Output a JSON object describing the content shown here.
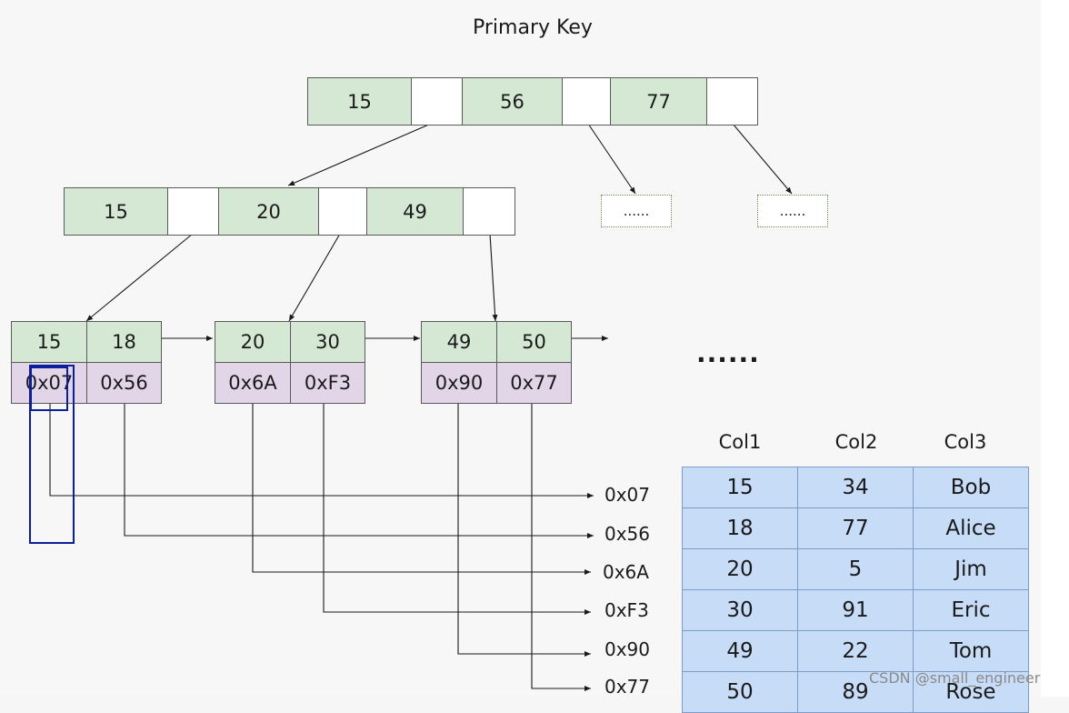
{
  "title": "Primary Key",
  "root": {
    "keys": [
      "15",
      "56",
      "77"
    ]
  },
  "internal": {
    "keys": [
      "15",
      "20",
      "49"
    ]
  },
  "placeholders": [
    "......",
    "......"
  ],
  "leaves": [
    {
      "keys": [
        "15",
        "18"
      ],
      "addrs": [
        "0x07",
        "0x56"
      ]
    },
    {
      "keys": [
        "20",
        "30"
      ],
      "addrs": [
        "0x6A",
        "0xF3"
      ]
    },
    {
      "keys": [
        "49",
        "50"
      ],
      "addrs": [
        "0x90",
        "0x77"
      ]
    }
  ],
  "more": "......",
  "row_addresses": [
    "0x07",
    "0x56",
    "0x6A",
    "0xF3",
    "0x90",
    "0x77"
  ],
  "table": {
    "headers": [
      "Col1",
      "Col2",
      "Col3"
    ],
    "rows": [
      [
        "15",
        "34",
        "Bob"
      ],
      [
        "18",
        "77",
        "Alice"
      ],
      [
        "20",
        "5",
        "Jim"
      ],
      [
        "30",
        "91",
        "Eric"
      ],
      [
        "49",
        "22",
        "Tom"
      ],
      [
        "50",
        "89",
        "Rose"
      ]
    ]
  },
  "watermark": "CSDN @small_engineer",
  "colors": {
    "key": "#d5e8d4",
    "address": "#e1d5e7",
    "table": "#c7dcf7",
    "highlight": "#0a1e9e"
  }
}
